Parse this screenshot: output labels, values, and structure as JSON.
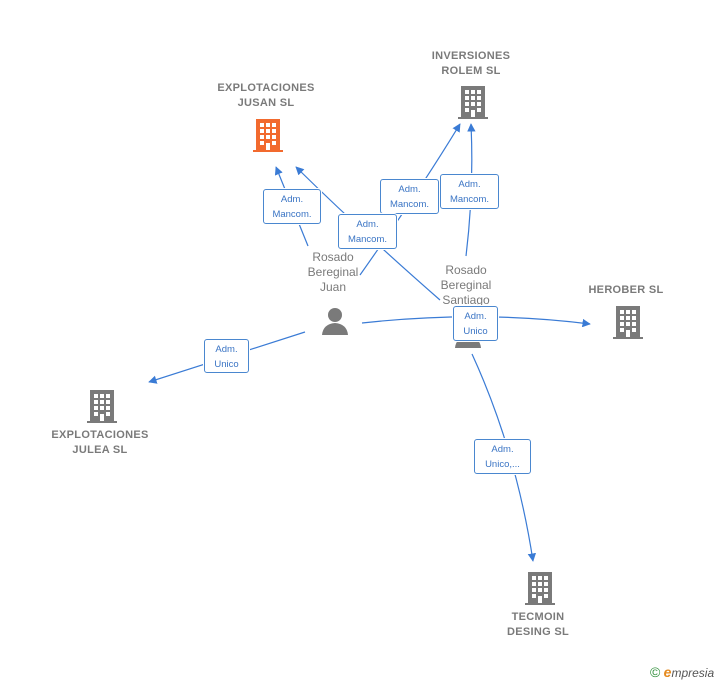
{
  "nodes": {
    "explotaciones_jusan": {
      "lines": [
        "EXPLOTACIONES",
        "JUSAN  SL"
      ],
      "color": "#f26a2e"
    },
    "inversiones_rolem": {
      "lines": [
        "INVERSIONES",
        "ROLEM SL"
      ],
      "color": "#7a7a7a"
    },
    "herober": {
      "lines": [
        "HEROBER SL"
      ],
      "color": "#7a7a7a"
    },
    "explotaciones_julea": {
      "lines": [
        "EXPLOTACIONES",
        "JULEA SL"
      ],
      "color": "#7a7a7a"
    },
    "tecmoin": {
      "lines": [
        "TECMOIN",
        "DESING  SL"
      ],
      "color": "#7a7a7a"
    },
    "rosado_juan": {
      "lines": [
        "Rosado",
        "Bereginal",
        "Juan"
      ],
      "color": "#7a7a7a"
    },
    "rosado_santiago": {
      "lines": [
        "Rosado",
        "Bereginal",
        "Santiago"
      ],
      "color": "#7a7a7a"
    }
  },
  "relations": {
    "juan_jusan": [
      "Adm.",
      "Mancom."
    ],
    "santiago_jusan": [
      "Adm.",
      "Mancom."
    ],
    "juan_rolem": [
      "Adm.",
      "Mancom."
    ],
    "santiago_rolem": [
      "Adm.",
      "Mancom."
    ],
    "juan_herober": [
      "Adm.",
      "Unico"
    ],
    "juan_julea": [
      "Adm.",
      "Unico"
    ],
    "santiago_tecmoin": [
      "Adm.",
      "Unico,..."
    ]
  },
  "footer": {
    "copyright": "©",
    "brand_initial": "e",
    "brand_rest": "mpresia"
  },
  "colors": {
    "edge": "#3a7bd5",
    "building_grey": "#7a7a7a",
    "building_highlight": "#f26a2e"
  }
}
